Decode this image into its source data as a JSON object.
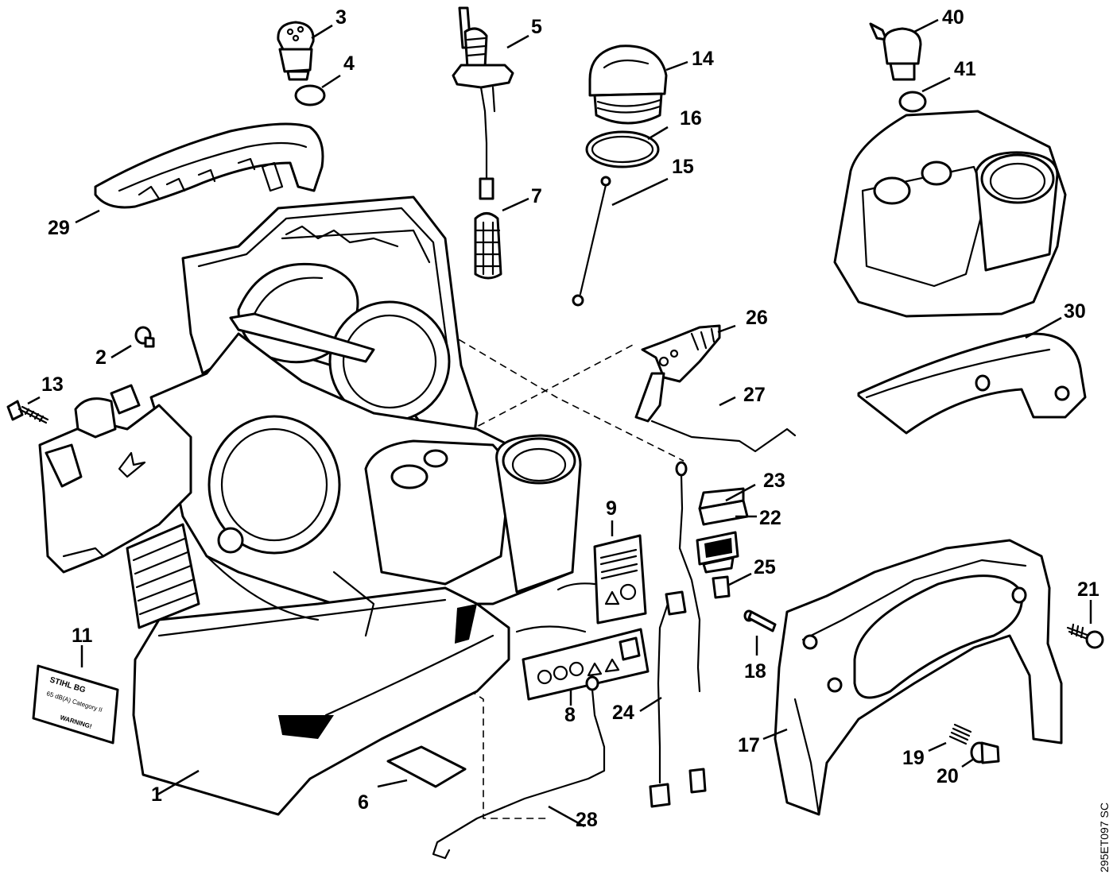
{
  "parts": [
    {
      "id": "p1",
      "label": "1"
    },
    {
      "id": "p2",
      "label": "2"
    },
    {
      "id": "p3",
      "label": "3"
    },
    {
      "id": "p4",
      "label": "4"
    },
    {
      "id": "p5",
      "label": "5"
    },
    {
      "id": "p6",
      "label": "6"
    },
    {
      "id": "p7",
      "label": "7"
    },
    {
      "id": "p8",
      "label": "8"
    },
    {
      "id": "p9",
      "label": "9"
    },
    {
      "id": "p11",
      "label": "11"
    },
    {
      "id": "p13",
      "label": "13"
    },
    {
      "id": "p14",
      "label": "14"
    },
    {
      "id": "p15",
      "label": "15"
    },
    {
      "id": "p16",
      "label": "16"
    },
    {
      "id": "p17",
      "label": "17"
    },
    {
      "id": "p18",
      "label": "18"
    },
    {
      "id": "p19",
      "label": "19"
    },
    {
      "id": "p20",
      "label": "20"
    },
    {
      "id": "p21",
      "label": "21"
    },
    {
      "id": "p22",
      "label": "22"
    },
    {
      "id": "p23",
      "label": "23"
    },
    {
      "id": "p24",
      "label": "24"
    },
    {
      "id": "p25",
      "label": "25"
    },
    {
      "id": "p26",
      "label": "26"
    },
    {
      "id": "p27",
      "label": "27"
    },
    {
      "id": "p28",
      "label": "28"
    },
    {
      "id": "p29",
      "label": "29"
    },
    {
      "id": "p30",
      "label": "30"
    },
    {
      "id": "p40",
      "label": "40"
    },
    {
      "id": "p41",
      "label": "41"
    }
  ],
  "drawing_code": "295ET097 SC",
  "label_plate": {
    "brand": "STIHL BG",
    "line2": "65 dB(A) Category II",
    "warning": "WARNING!"
  }
}
